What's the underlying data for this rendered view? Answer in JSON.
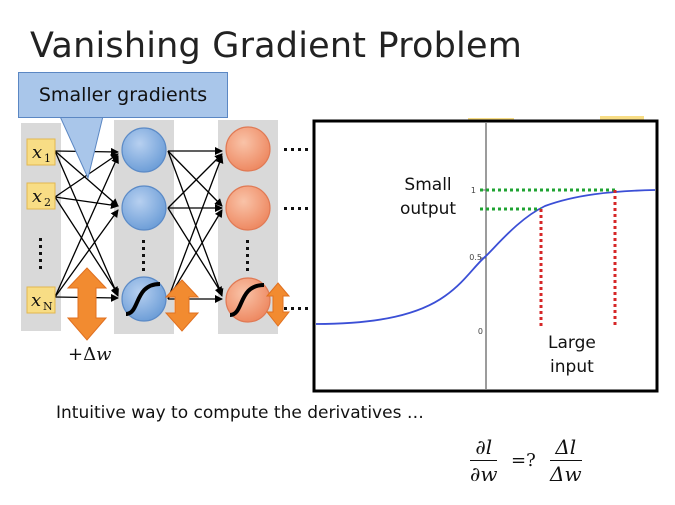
{
  "slide": {
    "title": "Vanishing Gradient Problem",
    "callout": "Smaller gradients",
    "inputs": [
      "x1",
      "x2",
      "xN"
    ],
    "input_labels": {
      "x1_main": "x",
      "x1_sub": "1",
      "x2_main": "x",
      "x2_sub": "2",
      "xN_main": "x",
      "xN_sub": "N"
    },
    "delta_w_prefix": "+Δ",
    "delta_w_var": "w",
    "caption": "Intuitive way to compute the derivatives …",
    "equation": {
      "left_num": "∂l",
      "left_den": "∂w",
      "relation": "=?",
      "right_num": "Δl",
      "right_den": "Δw"
    },
    "plot": {
      "small_output_line1": "Small",
      "small_output_line2": "output",
      "large_input_line1": "Large",
      "large_input_line2": "input",
      "tick_1": "1",
      "tick_05": "0.5",
      "tick_0": "0"
    },
    "colors": {
      "callout_fill": "#a9c6ea",
      "hidden1_fill": "#8db4e2",
      "hidden2_fill": "#f4a582",
      "input_box": "#f8dd85",
      "arrow": "#f28b30",
      "curve": "#3b4fd6",
      "green_dots": "#1fa332",
      "red_dots": "#d62728"
    }
  }
}
